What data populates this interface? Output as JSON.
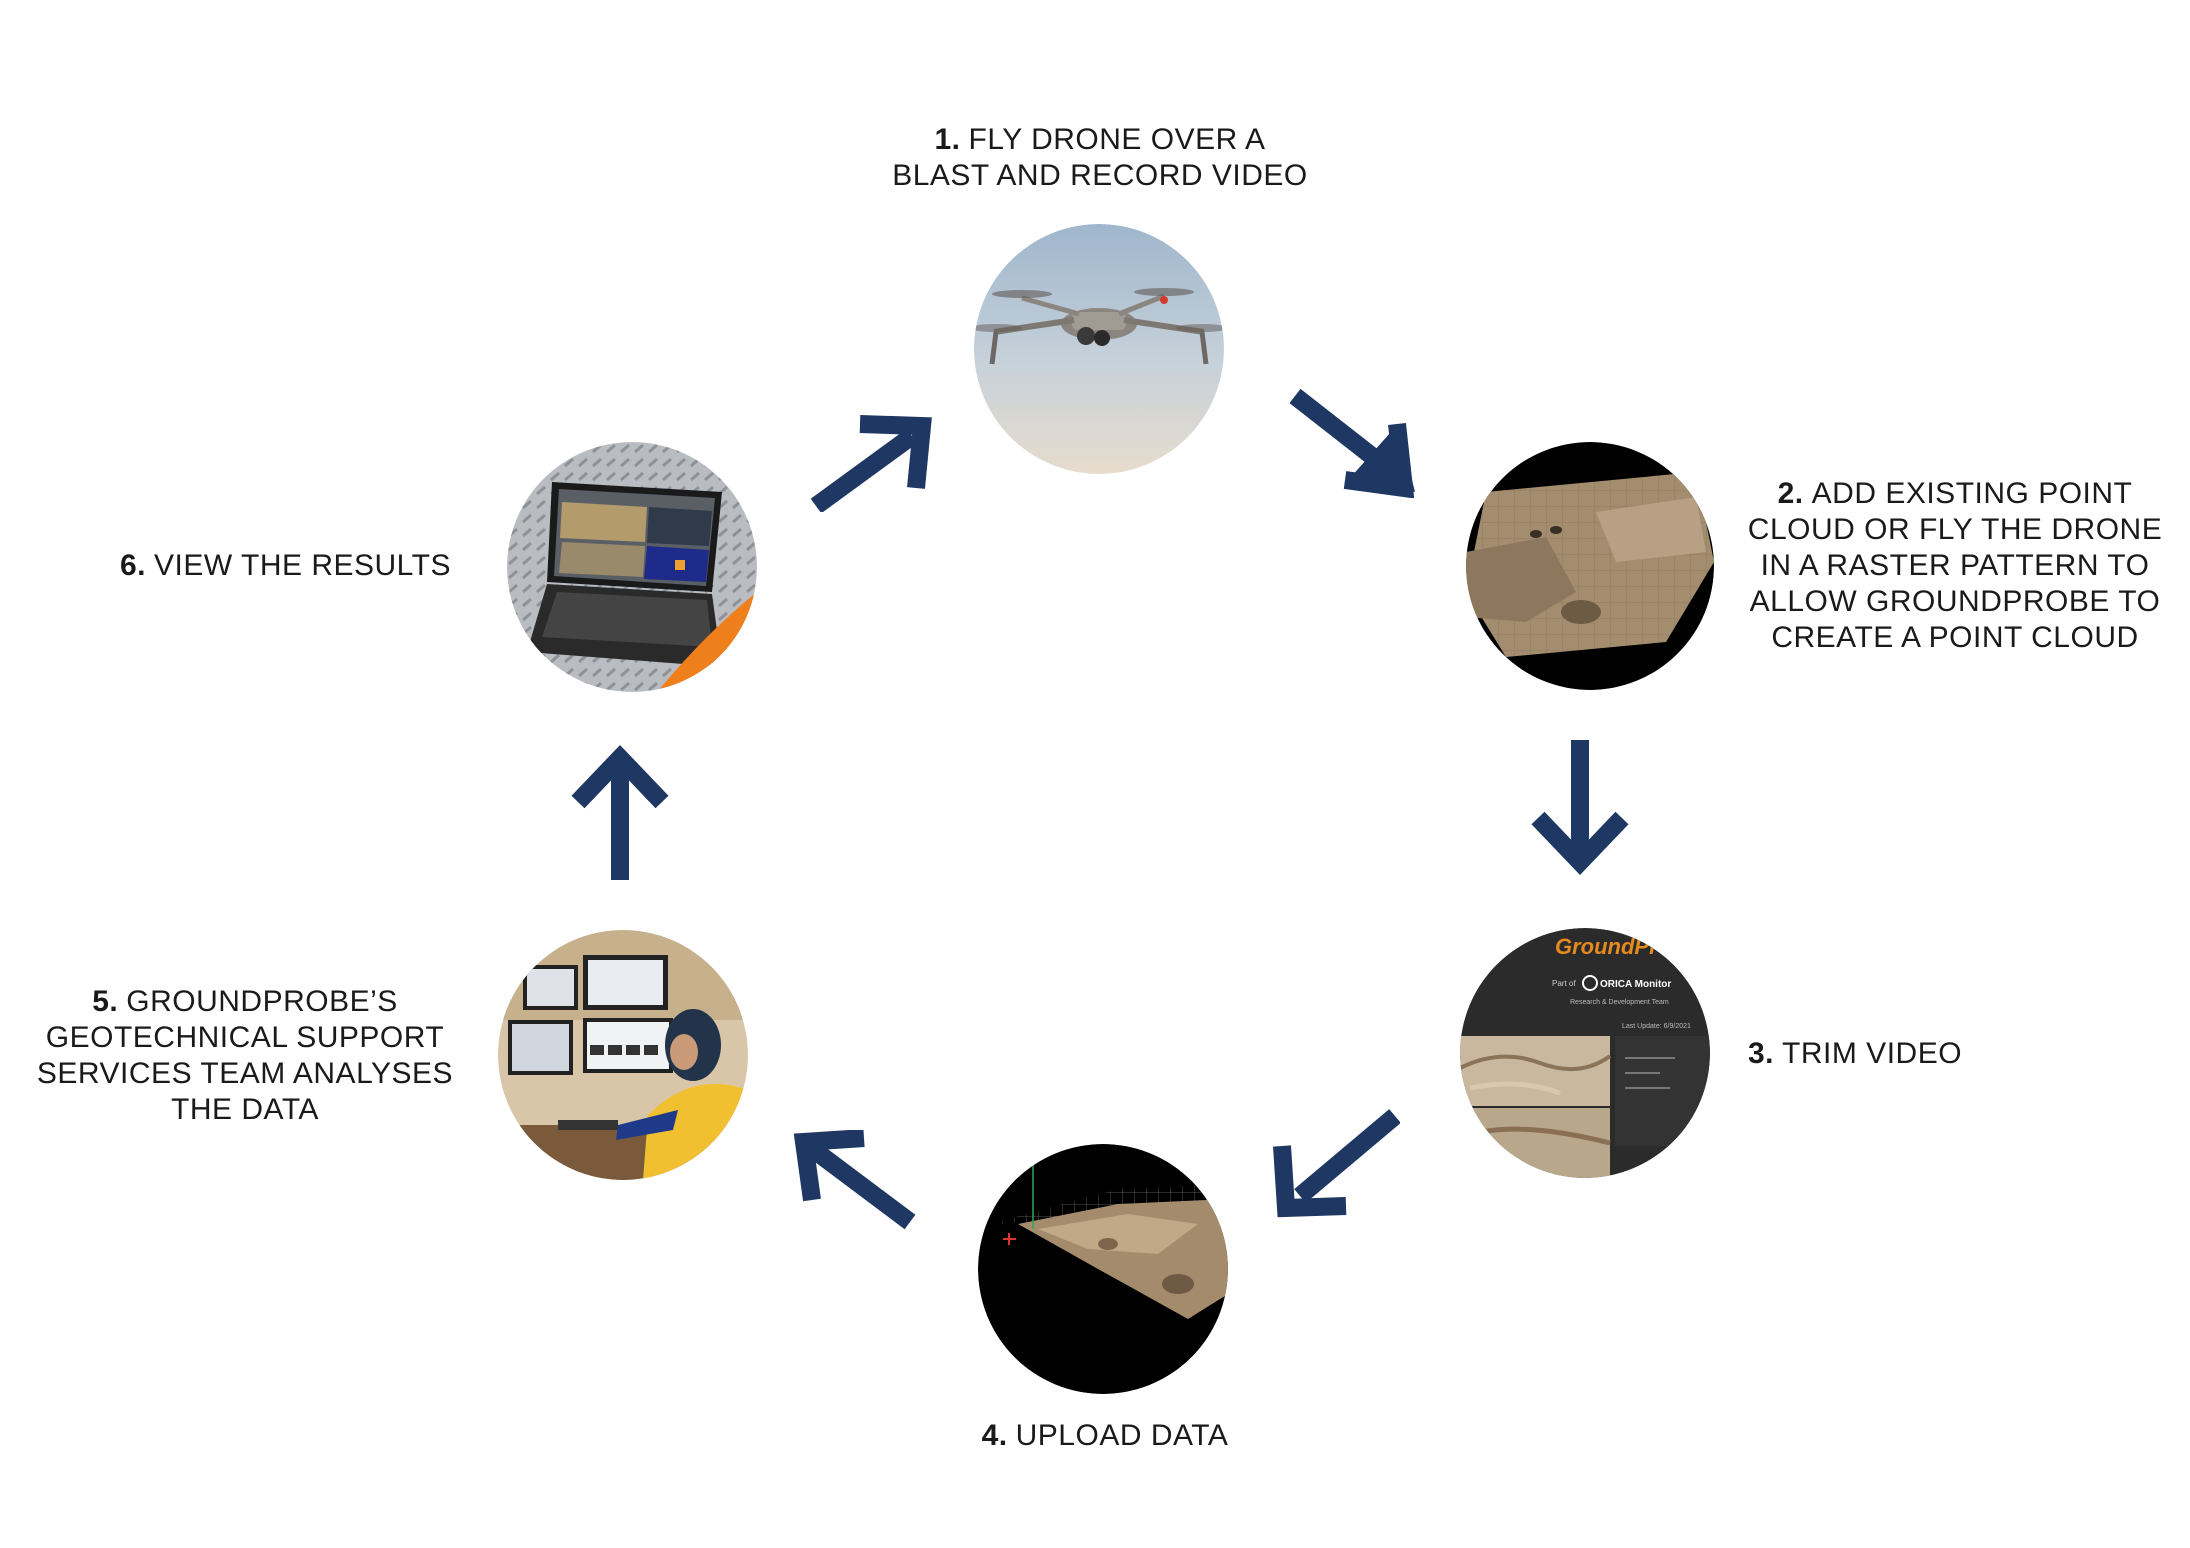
{
  "steps": [
    {
      "number": "1.",
      "lines": [
        "FLY DRONE OVER A",
        "BLAST AND RECORD VIDEO"
      ]
    },
    {
      "number": "2.",
      "lines": [
        "ADD EXISTING POINT",
        "CLOUD OR FLY THE DRONE",
        "IN A RASTER PATTERN TO",
        "ALLOW GROUNDPROBE TO",
        "CREATE A POINT CLOUD"
      ]
    },
    {
      "number": "3.",
      "lines": [
        "TRIM VIDEO"
      ]
    },
    {
      "number": "4.",
      "lines": [
        "UPLOAD DATA"
      ]
    },
    {
      "number": "5.",
      "lines": [
        "GROUNDPROBE’S",
        "GEOTECHNICAL SUPPORT",
        "SERVICES TEAM ANALYSES",
        "THE DATA"
      ]
    },
    {
      "number": "6.",
      "lines": [
        "VIEW THE RESULTS"
      ]
    }
  ],
  "screen": {
    "brand": "GroundPro",
    "part_of": "Part of",
    "company": "ORICA Monitor",
    "team": "Research & Development Team",
    "last_update": "Last Update: 6/9/2021"
  },
  "colors": {
    "arrow": "#1f3763",
    "text": "#1a1a1a",
    "brand": "#e58a1f"
  }
}
